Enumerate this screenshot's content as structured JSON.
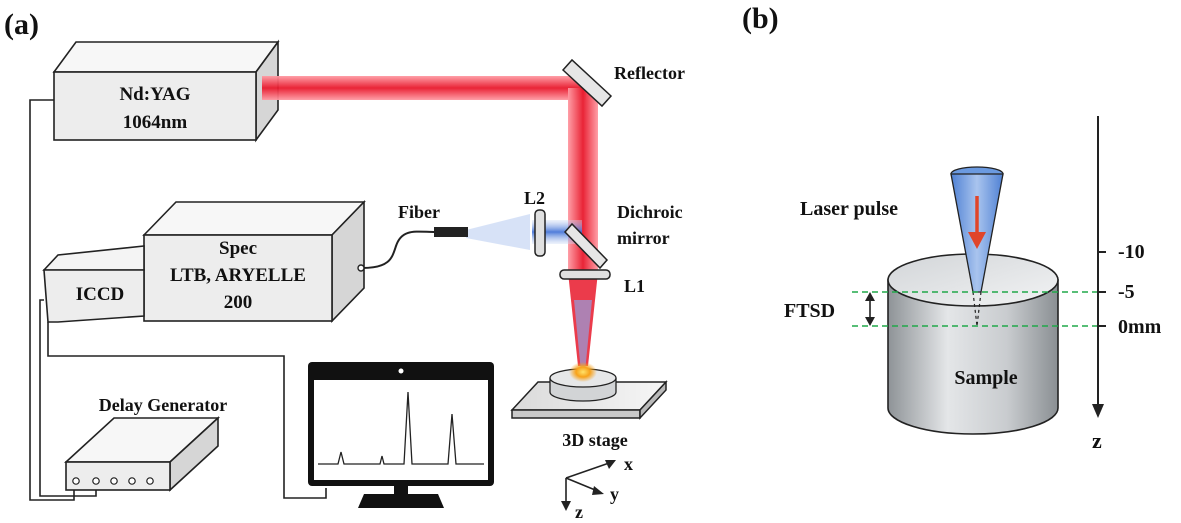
{
  "panels": {
    "a": "(a)",
    "b": "(b)"
  },
  "setup": {
    "laser_line1": "Nd:YAG",
    "laser_line2": "1064nm",
    "reflector": "Reflector",
    "dichroic_line1": "Dichroic",
    "dichroic_line2": "mirror",
    "lens_l2": "L2",
    "lens_l1": "L1",
    "fiber": "Fiber",
    "spec_line1": "Spec",
    "spec_line2": "LTB, ARYELLE",
    "spec_line3": "200",
    "iccd": "ICCD",
    "delay_generator": "Delay Generator",
    "stage": "3D stage",
    "axis_x": "x",
    "axis_y": "y",
    "axis_z": "z"
  },
  "focus": {
    "laser_pulse": "Laser pulse",
    "ftsd": "FTSD",
    "sample": "Sample",
    "z_axis_label": "z",
    "ticks": [
      "-10",
      "-5",
      "0mm"
    ]
  },
  "colors": {
    "laser_red": "#e8192c",
    "collection_blue": "#3d6fd6",
    "cone_blue": "#6b9ae0",
    "pulse_arrow": "#e0452a",
    "guide_green": "#21a84a",
    "box_fill": "#efefef",
    "plasma_orange": "#f7a21b"
  }
}
